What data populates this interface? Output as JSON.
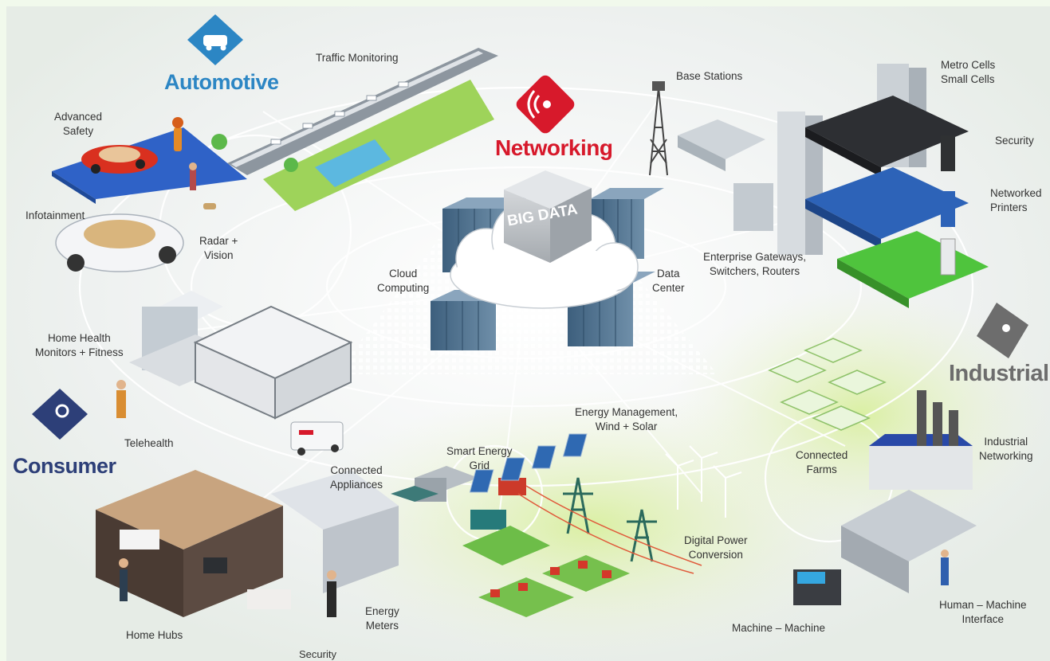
{
  "sectors": {
    "automotive": "Automotive",
    "networking": "Networking",
    "industrial": "Industrial",
    "consumer": "Consumer"
  },
  "labels": {
    "traffic_monitoring": "Traffic Monitoring",
    "advanced_safety": "Advanced\nSafety",
    "infotainment": "Infotainment",
    "radar_vision": "Radar +\nVision",
    "base_stations": "Base Stations",
    "metro_cells": "Metro Cells\nSmall Cells",
    "security_top": "Security",
    "networked_printers": "Networked\nPrinters",
    "enterprise_gateways": "Enterprise Gateways,\nSwitchers, Routers",
    "cloud_computing": "Cloud\nComputing",
    "data_center": "Data\nCenter",
    "big_data": "BIG DATA",
    "home_health": "Home Health\nMonitors + Fitness",
    "telehealth": "Telehealth",
    "connected_appliances": "Connected\nAppliances",
    "smart_energy_grid": "Smart Energy\nGrid",
    "energy_management": "Energy Management,\nWind + Solar",
    "connected_farms": "Connected\nFarms",
    "industrial_networking": "Industrial\nNetworking",
    "digital_power": "Digital Power\nConversion",
    "home_hubs": "Home Hubs",
    "energy_meters": "Energy\nMeters",
    "security_bottom": "Security",
    "machine_machine": "Machine – Machine",
    "human_machine": "Human – Machine\nInterface"
  },
  "colors": {
    "automotive": "#2c86c4",
    "networking": "#d7192b",
    "industrial": "#6d6d6d",
    "consumer": "#2d3f78",
    "background": "#f1f9ec",
    "green_field": "#8fd14f",
    "server": "#4a6f8e"
  }
}
